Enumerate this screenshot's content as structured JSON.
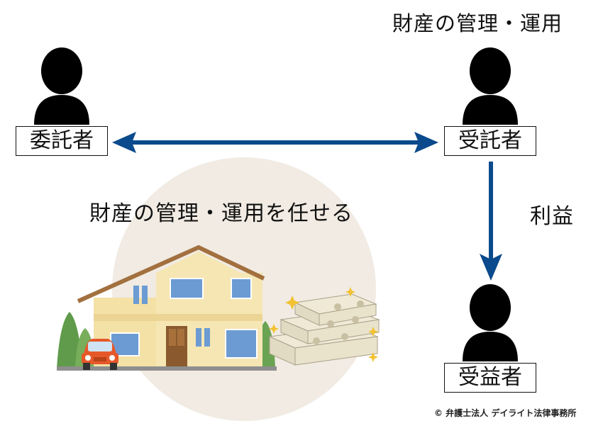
{
  "title": "財産の管理・運用",
  "entrustor": {
    "label": "委託者"
  },
  "trustee": {
    "label": "受託者"
  },
  "beneficiary": {
    "label": "受益者"
  },
  "center_text": "財産の管理・運用を任せる",
  "benefit_label": "利益",
  "credit": "© 弁護士法人 デイライト法律事務所",
  "colors": {
    "arrow": "#0b4a8c",
    "circle": "#f1ebe3",
    "house_wall": "#f3e1a6",
    "roof": "#a2703f"
  },
  "icons": [
    "person-icon",
    "house-icon",
    "car-icon",
    "money-stack-icon",
    "double-arrow-icon",
    "down-arrow-icon"
  ]
}
